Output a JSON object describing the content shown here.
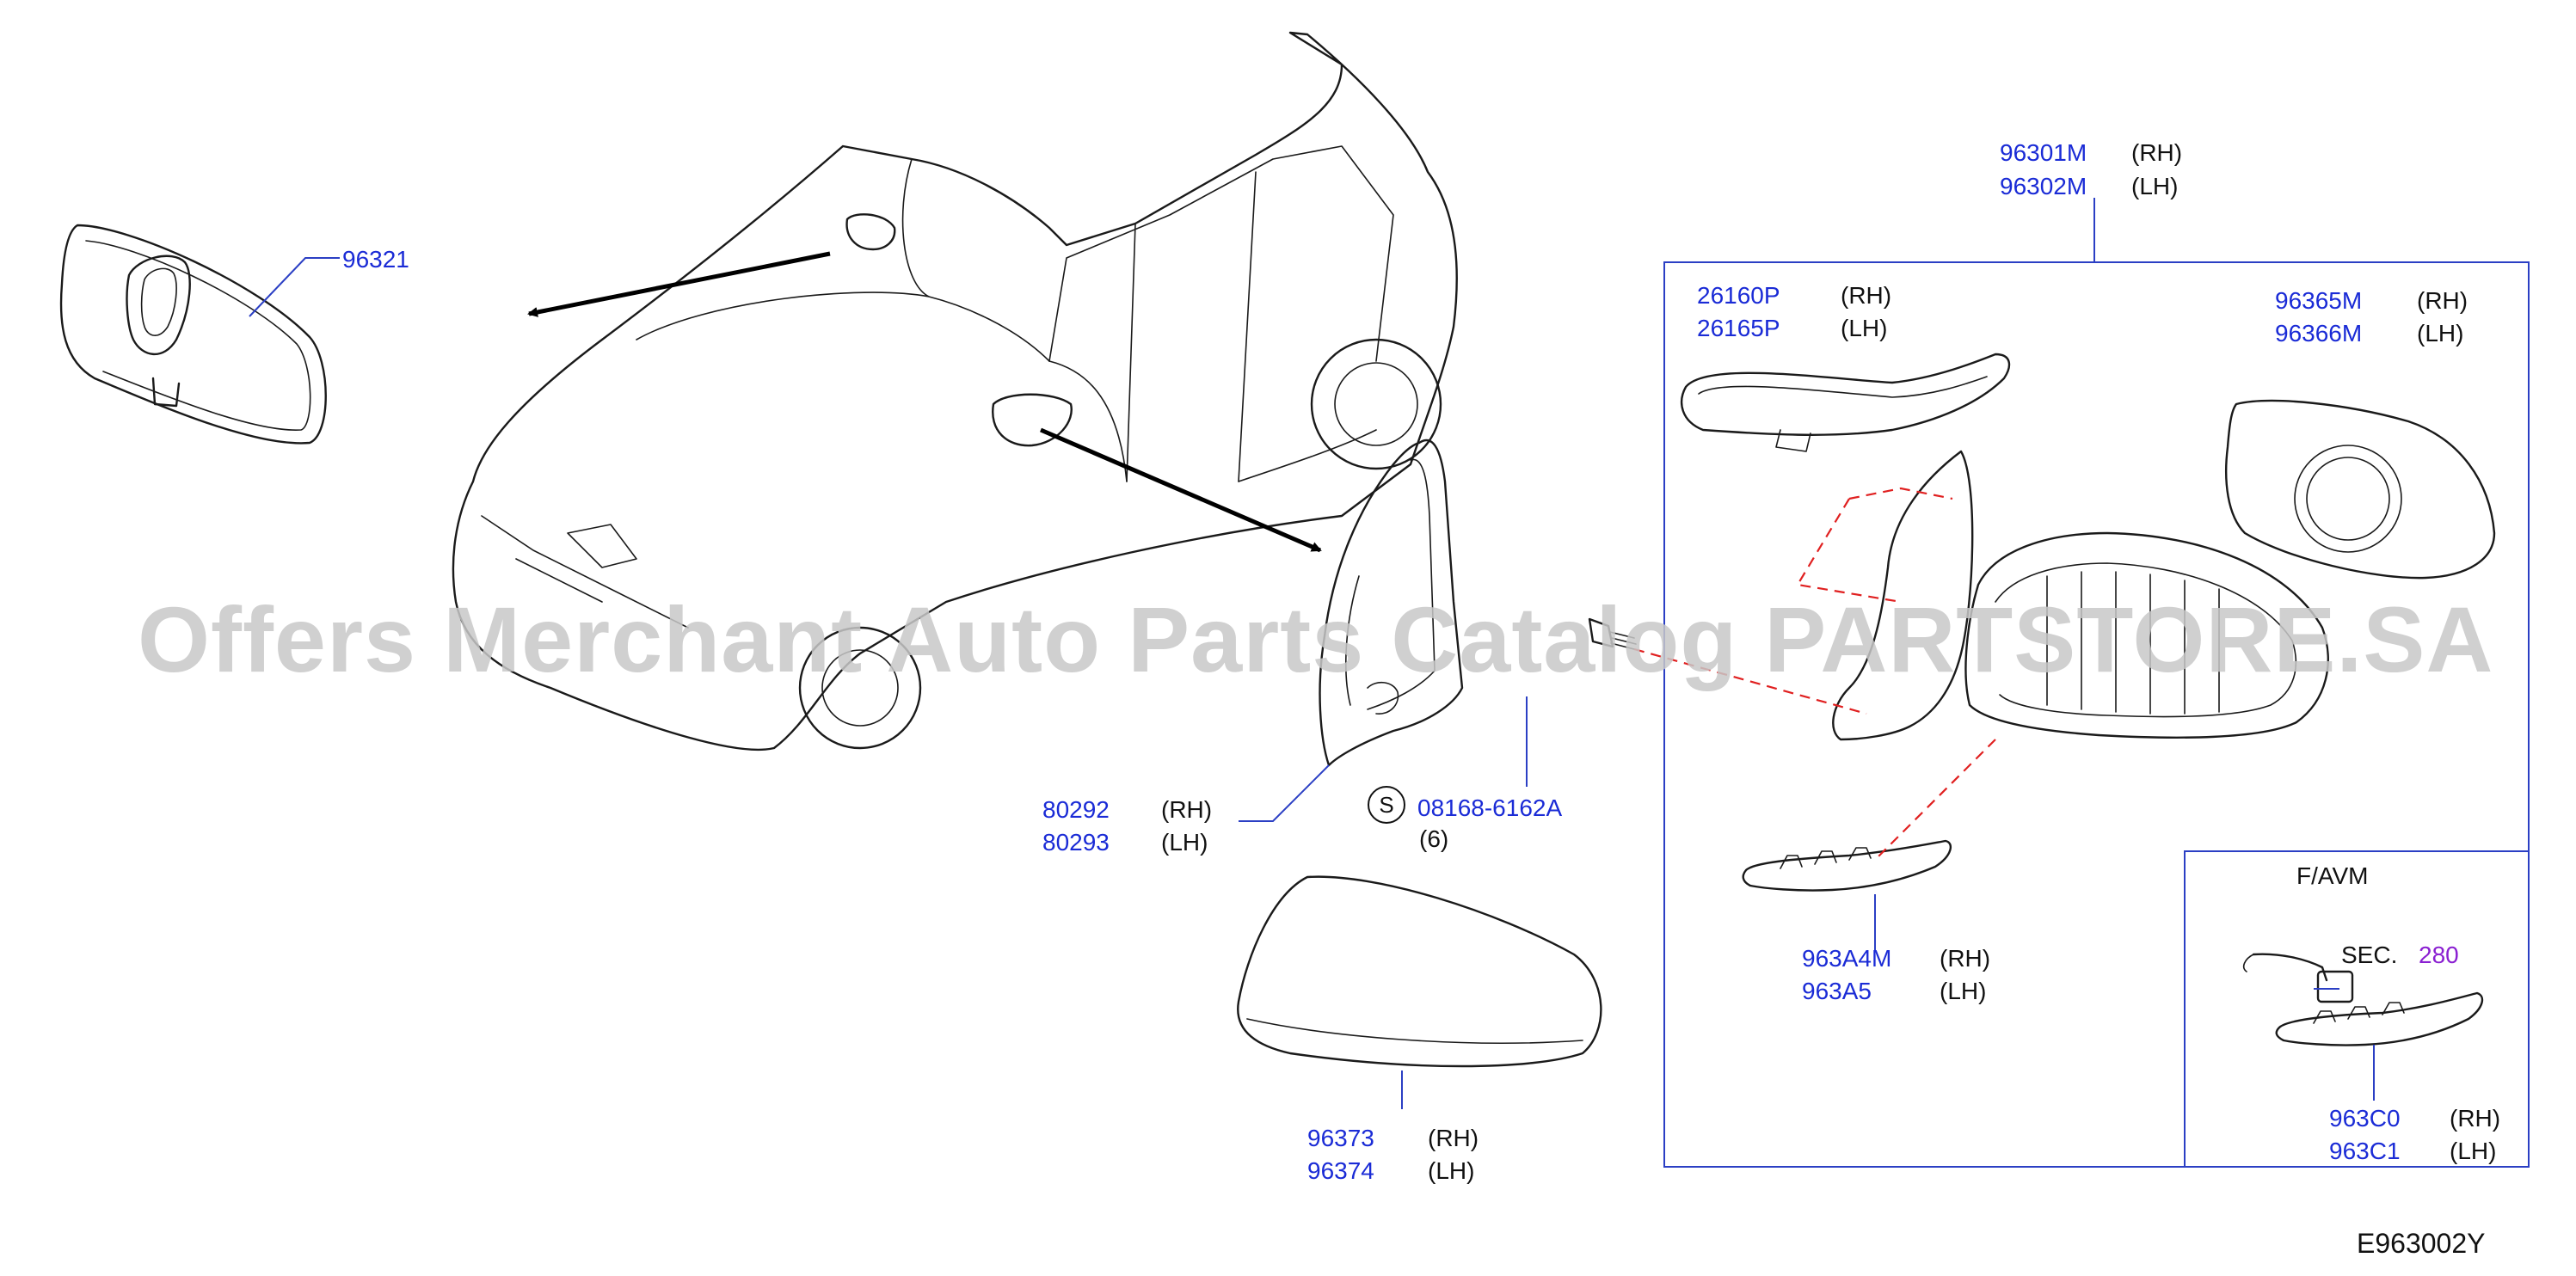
{
  "watermark": "Offers Merchant Auto Parts Catalog PARTSTORE.SA",
  "figure_id": "E963002Y",
  "callouts": {
    "inner_mirror": {
      "pn": "96321"
    },
    "door_mirror_assy": {
      "pn_rh": "96301M",
      "side_rh": "(RH)",
      "pn_lh": "96302M",
      "side_lh": "(LH)"
    },
    "turn_lamp": {
      "pn_rh": "26160P",
      "side_rh": "(RH)",
      "pn_lh": "26165P",
      "side_lh": "(LH)"
    },
    "mirror_glass": {
      "pn_rh": "96365M",
      "side_rh": "(RH)",
      "pn_lh": "96366M",
      "side_lh": "(LH)"
    },
    "corner_finisher": {
      "pn_rh": "80292",
      "side_rh": "(RH)",
      "pn_lh": "80293",
      "side_lh": "(LH)"
    },
    "screw": {
      "symbol": "S",
      "pn": "08168-6162A",
      "qty": "(6)"
    },
    "lower_cover": {
      "pn_rh": "963A4M",
      "side_rh": "(RH)",
      "pn_lh": "963A5",
      "side_lh": "(LH)"
    },
    "mirror_cover": {
      "pn_rh": "96373",
      "side_rh": "(RH)",
      "pn_lh": "96374",
      "side_lh": "(LH)"
    },
    "favm": {
      "title": "F/AVM",
      "sec_label": "SEC.",
      "sec_num": "280",
      "pn_rh": "963C0",
      "side_rh": "(RH)",
      "pn_lh": "963C1",
      "side_lh": "(LH)"
    }
  }
}
